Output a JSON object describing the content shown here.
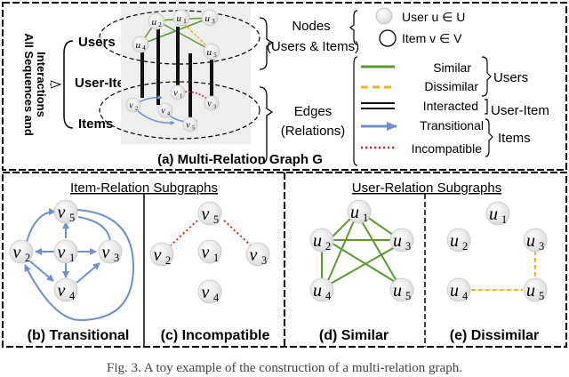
{
  "panel_a": {
    "side_title": "All Sequences and Interactions",
    "row_users": "Users",
    "row_user_item": "User-Item",
    "row_items": "Items",
    "nodes_title": "Nodes",
    "nodes_sub": "(Users & Items)",
    "edges_title": "Edges",
    "edges_sub": "(Relations)",
    "legend_user": "User u ∈ U",
    "legend_item": "Item v ∈ V",
    "edge_similar": "Similar",
    "edge_dissimilar": "Dissimilar",
    "edge_interacted": "Interacted",
    "edge_transitional": "Transitional",
    "edge_incompatible": "Incompatible",
    "group_users": "Users",
    "group_user_item": "User-Item",
    "group_items": "Items",
    "caption": "(a) Multi-Relation Graph G",
    "mini_users": [
      "u1",
      "u2",
      "u3",
      "u4",
      "u5"
    ],
    "mini_items": [
      "v1",
      "v2",
      "v3",
      "v4",
      "v5"
    ]
  },
  "panel_b": {
    "caption": "(b) Transitional",
    "nodes": [
      "v5",
      "v1",
      "v2",
      "v3",
      "v4"
    ]
  },
  "panel_c": {
    "caption": "(c) Incompatible",
    "nodes": [
      "v5",
      "v1",
      "v2",
      "v3",
      "v4"
    ]
  },
  "panel_d": {
    "caption": "(d) Similar",
    "nodes": [
      "u1",
      "u2",
      "u3",
      "u4",
      "u5"
    ]
  },
  "panel_e": {
    "caption": "(e) Dissimilar",
    "nodes": [
      "u1",
      "u2",
      "u3",
      "u4",
      "u5"
    ]
  },
  "subgraph_titles": {
    "item": "Item-Relation Subgraphs",
    "user": "User-Relation Subgraphs"
  },
  "figure_caption": "Fig. 3.  A toy example of the construction of a multi-relation graph.",
  "colors": {
    "similar": "#5a9a2f",
    "dissimilar": "#f2b31c",
    "interacted": "#111111",
    "transitional": "#6f8fd0",
    "incompatible": "#e02020",
    "node_fill": "#ececec"
  }
}
